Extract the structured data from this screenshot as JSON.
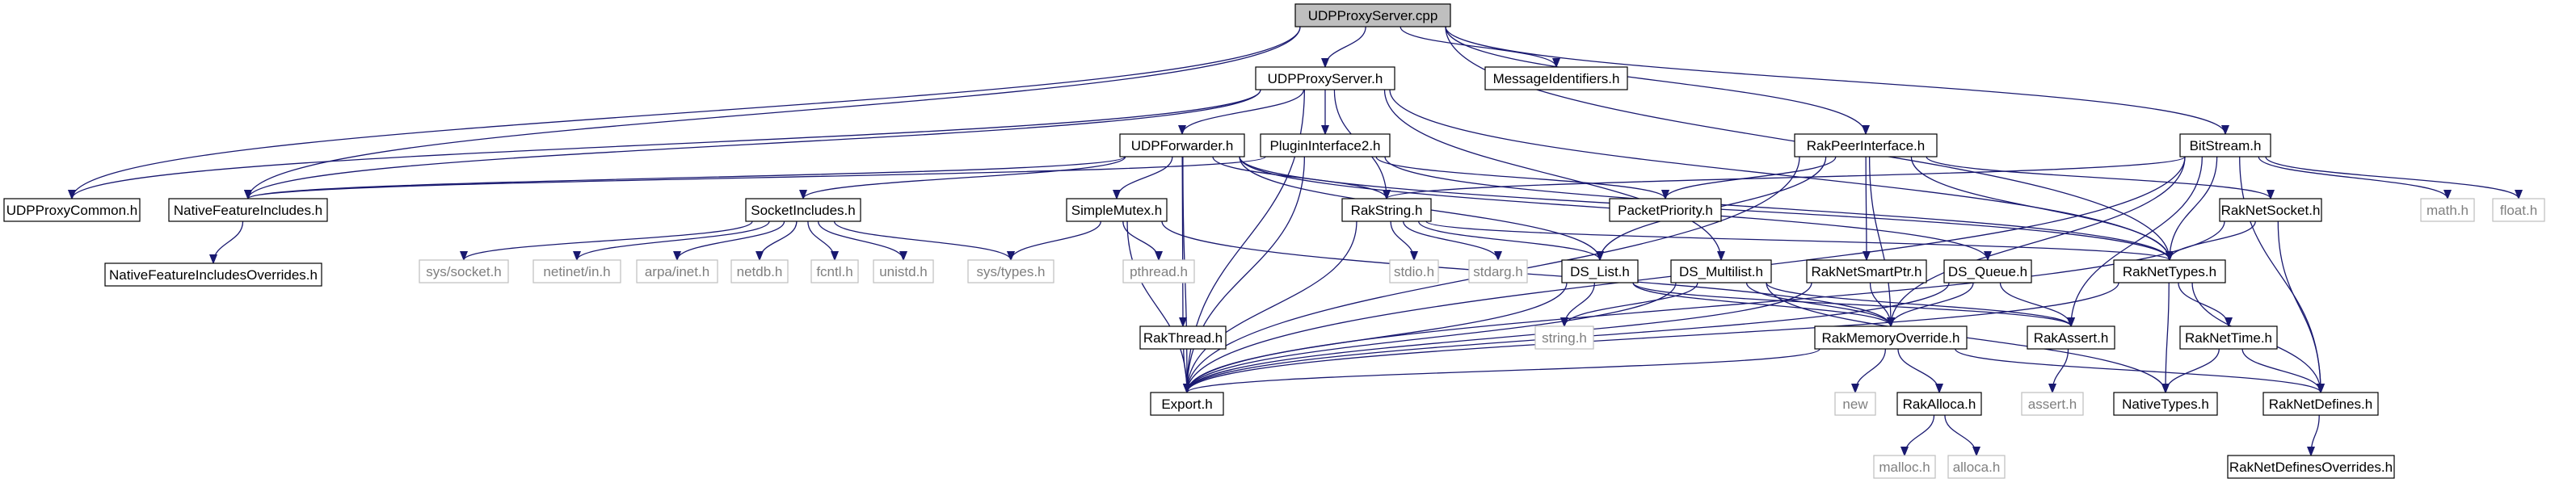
{
  "diagram": {
    "type": "include-dependency-graph",
    "colors": {
      "edge": "#191970",
      "box_border": "#000000",
      "sys_border": "#bfbfbf",
      "root_fill": "#bfbfbf",
      "node_fill": "#ffffff",
      "sys_text": "#7f7f7f"
    },
    "nodes": [
      {
        "id": "UDPProxyServer_cpp",
        "label": "UDPProxyServer.cpp",
        "kind": "root"
      },
      {
        "id": "UDPProxyServer_h",
        "label": "UDPProxyServer.h",
        "kind": "file"
      },
      {
        "id": "MessageIdentifiers_h",
        "label": "MessageIdentifiers.h",
        "kind": "file"
      },
      {
        "id": "UDPForwarder_h",
        "label": "UDPForwarder.h",
        "kind": "file"
      },
      {
        "id": "PluginInterface2_h",
        "label": "PluginInterface2.h",
        "kind": "file"
      },
      {
        "id": "RakPeerInterface_h",
        "label": "RakPeerInterface.h",
        "kind": "file"
      },
      {
        "id": "BitStream_h",
        "label": "BitStream.h",
        "kind": "file"
      },
      {
        "id": "UDPProxyCommon_h",
        "label": "UDPProxyCommon.h",
        "kind": "file"
      },
      {
        "id": "NativeFeatureIncludes_h",
        "label": "NativeFeatureIncludes.h",
        "kind": "file"
      },
      {
        "id": "NativeFeatureIncludesOverrides_h",
        "label": "NativeFeatureIncludesOverrides.h",
        "kind": "file"
      },
      {
        "id": "SocketIncludes_h",
        "label": "SocketIncludes.h",
        "kind": "file"
      },
      {
        "id": "SimpleMutex_h",
        "label": "SimpleMutex.h",
        "kind": "file"
      },
      {
        "id": "RakString_h",
        "label": "RakString.h",
        "kind": "file"
      },
      {
        "id": "PacketPriority_h",
        "label": "PacketPriority.h",
        "kind": "file"
      },
      {
        "id": "RakNetSocket_h",
        "label": "RakNetSocket.h",
        "kind": "file"
      },
      {
        "id": "math_h",
        "label": "math.h",
        "kind": "system"
      },
      {
        "id": "float_h",
        "label": "float.h",
        "kind": "system"
      },
      {
        "id": "sys_socket_h",
        "label": "sys/socket.h",
        "kind": "system"
      },
      {
        "id": "netinet_in_h",
        "label": "netinet/in.h",
        "kind": "system"
      },
      {
        "id": "arpa_inet_h",
        "label": "arpa/inet.h",
        "kind": "system"
      },
      {
        "id": "netdb_h",
        "label": "netdb.h",
        "kind": "system"
      },
      {
        "id": "fcntl_h",
        "label": "fcntl.h",
        "kind": "system"
      },
      {
        "id": "unistd_h",
        "label": "unistd.h",
        "kind": "system"
      },
      {
        "id": "sys_types_h",
        "label": "sys/types.h",
        "kind": "system"
      },
      {
        "id": "pthread_h",
        "label": "pthread.h",
        "kind": "system"
      },
      {
        "id": "stdio_h",
        "label": "stdio.h",
        "kind": "system"
      },
      {
        "id": "stdarg_h",
        "label": "stdarg.h",
        "kind": "system"
      },
      {
        "id": "DS_List_h",
        "label": "DS_List.h",
        "kind": "file"
      },
      {
        "id": "DS_Multilist_h",
        "label": "DS_Multilist.h",
        "kind": "file"
      },
      {
        "id": "RakNetSmartPtr_h",
        "label": "RakNetSmartPtr.h",
        "kind": "file"
      },
      {
        "id": "DS_Queue_h",
        "label": "DS_Queue.h",
        "kind": "file"
      },
      {
        "id": "RakNetTypes_h",
        "label": "RakNetTypes.h",
        "kind": "file"
      },
      {
        "id": "string_h",
        "label": "string.h",
        "kind": "system"
      },
      {
        "id": "RakMemoryOverride_h",
        "label": "RakMemoryOverride.h",
        "kind": "file"
      },
      {
        "id": "RakAssert_h",
        "label": "RakAssert.h",
        "kind": "file"
      },
      {
        "id": "RakNetTime_h",
        "label": "RakNetTime.h",
        "kind": "file"
      },
      {
        "id": "RakThread_h",
        "label": "RakThread.h",
        "kind": "file"
      },
      {
        "id": "Export_h",
        "label": "Export.h",
        "kind": "file"
      },
      {
        "id": "new",
        "label": "new",
        "kind": "system"
      },
      {
        "id": "RakAlloca_h",
        "label": "RakAlloca.h",
        "kind": "file"
      },
      {
        "id": "assert_h",
        "label": "assert.h",
        "kind": "system"
      },
      {
        "id": "NativeTypes_h",
        "label": "NativeTypes.h",
        "kind": "file"
      },
      {
        "id": "RakNetDefines_h",
        "label": "RakNetDefines.h",
        "kind": "file"
      },
      {
        "id": "malloc_h",
        "label": "malloc.h",
        "kind": "system"
      },
      {
        "id": "alloca_h",
        "label": "alloca.h",
        "kind": "system"
      },
      {
        "id": "RakNetDefinesOverrides_h",
        "label": "RakNetDefinesOverrides.h",
        "kind": "file"
      }
    ],
    "edges": [
      [
        "UDPProxyServer_cpp",
        "UDPProxyServer_h"
      ],
      [
        "UDPProxyServer_cpp",
        "MessageIdentifiers_h"
      ],
      [
        "UDPProxyServer_cpp",
        "UDPProxyCommon_h"
      ],
      [
        "UDPProxyServer_cpp",
        "NativeFeatureIncludes_h"
      ],
      [
        "UDPProxyServer_cpp",
        "RakPeerInterface_h"
      ],
      [
        "UDPProxyServer_cpp",
        "BitStream_h"
      ],
      [
        "UDPProxyServer_cpp",
        "RakNetTypes_h"
      ],
      [
        "UDPProxyServer_h",
        "UDPForwarder_h"
      ],
      [
        "UDPProxyServer_h",
        "PluginInterface2_h"
      ],
      [
        "UDPProxyServer_h",
        "RakString_h"
      ],
      [
        "UDPProxyServer_h",
        "DS_Multilist_h"
      ],
      [
        "UDPProxyServer_h",
        "NativeFeatureIncludes_h"
      ],
      [
        "UDPProxyServer_h",
        "UDPProxyCommon_h"
      ],
      [
        "UDPProxyServer_h",
        "Export_h"
      ],
      [
        "UDPProxyServer_h",
        "RakNetTypes_h"
      ],
      [
        "UDPForwarder_h",
        "NativeFeatureIncludes_h"
      ],
      [
        "UDPForwarder_h",
        "SocketIncludes_h"
      ],
      [
        "UDPForwarder_h",
        "SimpleMutex_h"
      ],
      [
        "UDPForwarder_h",
        "RakString_h"
      ],
      [
        "UDPForwarder_h",
        "RakThread_h"
      ],
      [
        "UDPForwarder_h",
        "DS_Queue_h"
      ],
      [
        "UDPForwarder_h",
        "DS_List_h"
      ],
      [
        "UDPForwarder_h",
        "Export_h"
      ],
      [
        "UDPForwarder_h",
        "RakNetTypes_h"
      ],
      [
        "PluginInterface2_h",
        "NativeFeatureIncludes_h"
      ],
      [
        "PluginInterface2_h",
        "RakNetTypes_h"
      ],
      [
        "PluginInterface2_h",
        "Export_h"
      ],
      [
        "PluginInterface2_h",
        "PacketPriority_h"
      ],
      [
        "RakPeerInterface_h",
        "PacketPriority_h"
      ],
      [
        "RakPeerInterface_h",
        "RakNetTypes_h"
      ],
      [
        "RakPeerInterface_h",
        "RakMemoryOverride_h"
      ],
      [
        "RakPeerInterface_h",
        "Export_h"
      ],
      [
        "RakPeerInterface_h",
        "DS_List_h"
      ],
      [
        "RakPeerInterface_h",
        "RakNetSmartPtr_h"
      ],
      [
        "RakPeerInterface_h",
        "RakNetSocket_h"
      ],
      [
        "BitStream_h",
        "RakMemoryOverride_h"
      ],
      [
        "BitStream_h",
        "RakNetDefines_h"
      ],
      [
        "BitStream_h",
        "Export_h"
      ],
      [
        "BitStream_h",
        "RakNetTypes_h"
      ],
      [
        "BitStream_h",
        "RakString_h"
      ],
      [
        "BitStream_h",
        "RakAssert_h"
      ],
      [
        "BitStream_h",
        "math_h"
      ],
      [
        "BitStream_h",
        "float_h"
      ],
      [
        "NativeFeatureIncludes_h",
        "NativeFeatureIncludesOverrides_h"
      ],
      [
        "SocketIncludes_h",
        "sys_socket_h"
      ],
      [
        "SocketIncludes_h",
        "netinet_in_h"
      ],
      [
        "SocketIncludes_h",
        "arpa_inet_h"
      ],
      [
        "SocketIncludes_h",
        "netdb_h"
      ],
      [
        "SocketIncludes_h",
        "fcntl_h"
      ],
      [
        "SocketIncludes_h",
        "unistd_h"
      ],
      [
        "SocketIncludes_h",
        "sys_types_h"
      ],
      [
        "SimpleMutex_h",
        "sys_types_h"
      ],
      [
        "SimpleMutex_h",
        "pthread_h"
      ],
      [
        "SimpleMutex_h",
        "RakMemoryOverride_h"
      ],
      [
        "SimpleMutex_h",
        "Export_h"
      ],
      [
        "RakString_h",
        "Export_h"
      ],
      [
        "RakString_h",
        "DS_List_h"
      ],
      [
        "RakString_h",
        "RakNetTypes_h"
      ],
      [
        "RakString_h",
        "stdio_h"
      ],
      [
        "RakString_h",
        "stdarg_h"
      ],
      [
        "RakNetSocket_h",
        "RakNetTypes_h"
      ],
      [
        "RakNetSocket_h",
        "RakNetDefines_h"
      ],
      [
        "RakNetSocket_h",
        "Export_h"
      ],
      [
        "DS_List_h",
        "RakAssert_h"
      ],
      [
        "DS_List_h",
        "string_h"
      ],
      [
        "DS_List_h",
        "Export_h"
      ],
      [
        "DS_List_h",
        "RakMemoryOverride_h"
      ],
      [
        "DS_Multilist_h",
        "RakAssert_h"
      ],
      [
        "DS_Multilist_h",
        "RakMemoryOverride_h"
      ],
      [
        "DS_Multilist_h",
        "NativeTypes_h"
      ],
      [
        "DS_Multilist_h",
        "Export_h"
      ],
      [
        "DS_Multilist_h",
        "string_h"
      ],
      [
        "RakNetSmartPtr_h",
        "RakMemoryOverride_h"
      ],
      [
        "RakNetSmartPtr_h",
        "Export_h"
      ],
      [
        "DS_Queue_h",
        "RakAssert_h"
      ],
      [
        "DS_Queue_h",
        "Export_h"
      ],
      [
        "DS_Queue_h",
        "RakMemoryOverride_h"
      ],
      [
        "RakNetTypes_h",
        "RakNetDefines_h"
      ],
      [
        "RakNetTypes_h",
        "NativeTypes_h"
      ],
      [
        "RakNetTypes_h",
        "RakNetTime_h"
      ],
      [
        "RakNetTypes_h",
        "Export_h"
      ],
      [
        "RakNetTime_h",
        "NativeTypes_h"
      ],
      [
        "RakNetTime_h",
        "RakNetDefines_h"
      ],
      [
        "RakMemoryOverride_h",
        "Export_h"
      ],
      [
        "RakMemoryOverride_h",
        "new"
      ],
      [
        "RakMemoryOverride_h",
        "RakNetDefines_h"
      ],
      [
        "RakMemoryOverride_h",
        "RakAlloca_h"
      ],
      [
        "RakThread_h",
        "Export_h"
      ],
      [
        "RakAssert_h",
        "assert_h"
      ],
      [
        "RakAlloca_h",
        "malloc_h"
      ],
      [
        "RakAlloca_h",
        "alloca_h"
      ],
      [
        "RakNetDefines_h",
        "RakNetDefinesOverrides_h"
      ]
    ]
  }
}
